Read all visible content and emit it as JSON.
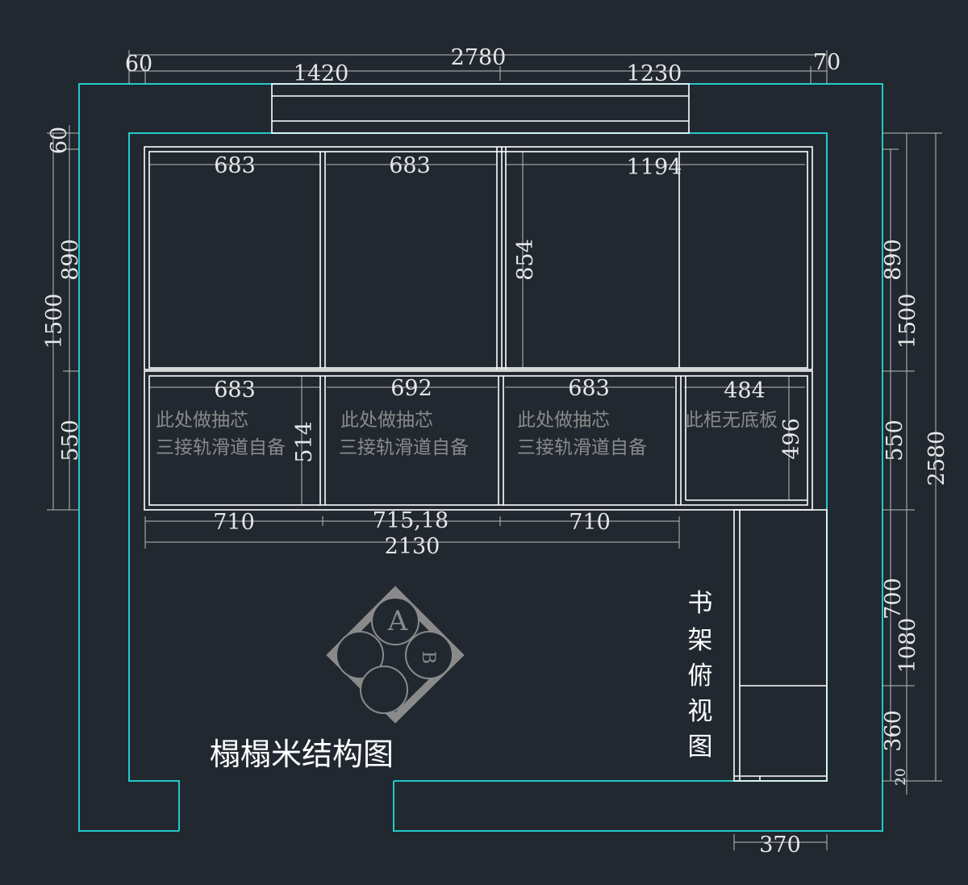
{
  "title": "榻榻米结构图",
  "bookshelf_label": [
    "书",
    "架",
    "俯",
    "视",
    "图"
  ],
  "colors": {
    "background": "#212830",
    "room_outline": "#22c9c9",
    "furniture": "#ffffff",
    "dimension": "#cfcfcf",
    "note": "#8a8a8a",
    "emblem": "#8a8a8a"
  },
  "dims": {
    "top": [
      "60",
      "2780",
      "1420",
      "1230",
      "70"
    ],
    "left": [
      "60",
      "890",
      "1500",
      "550"
    ],
    "right": [
      "890",
      "1500",
      "550",
      "2580",
      "700",
      "1080",
      "360",
      "20"
    ],
    "upper_row": [
      "683",
      "683",
      "1194",
      "854"
    ],
    "lower_row": [
      "683",
      "692",
      "683",
      "484",
      "514",
      "496"
    ],
    "bottom": [
      "710",
      "715,18",
      "710",
      "2130",
      "370"
    ]
  },
  "notes": {
    "drawer_line1": "此处做抽芯",
    "drawer_line2": "三接轨滑道自备",
    "no_bottom": "此柜无底板"
  },
  "emblem": {
    "letter_a": "A",
    "letter_b": "B"
  }
}
